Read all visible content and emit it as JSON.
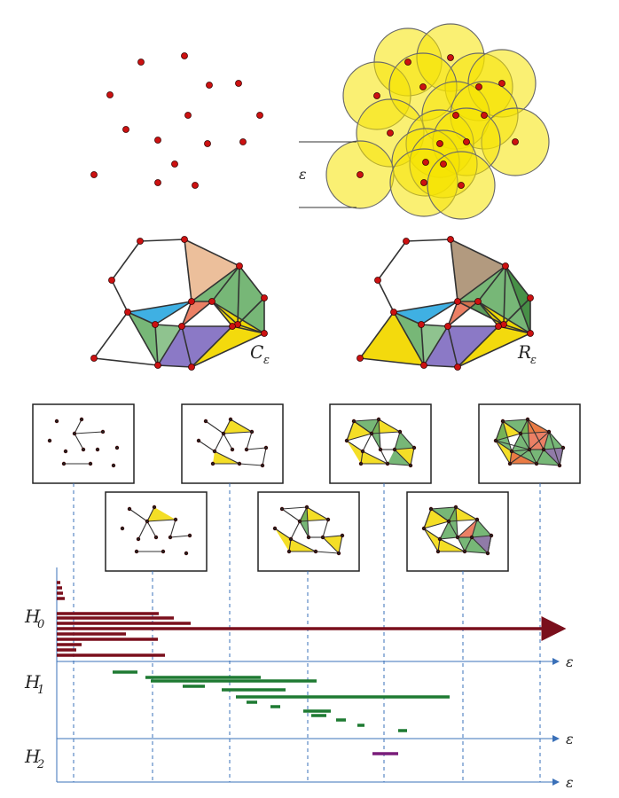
{
  "colors": {
    "point": "#cc1111",
    "disk": "#f5e400",
    "edge": "#333333",
    "h0": "#7a0f1c",
    "h1": "#1e7a32",
    "h2": "#7a1d7a",
    "axis": "#3a70b8",
    "yellow": "#f2d800",
    "green": "#5faa5f",
    "darkgreen": "#3e8a3e",
    "blue": "#2aa7e0",
    "salmon": "#e9b48a",
    "tan": "#a48868",
    "red": "#e86a4a",
    "purple": "#7e6ac0"
  },
  "top": {
    "epsilon_label": "ε",
    "cech_label": "C",
    "cech_sub": "ε",
    "rips_label": "R",
    "rips_sub": "ε"
  },
  "barcode": {
    "h0_label": "H",
    "h0_sub": "0",
    "h1_label": "H",
    "h1_sub": "1",
    "h2_label": "H",
    "h2_sub": "2",
    "axis_label": "ε"
  }
}
